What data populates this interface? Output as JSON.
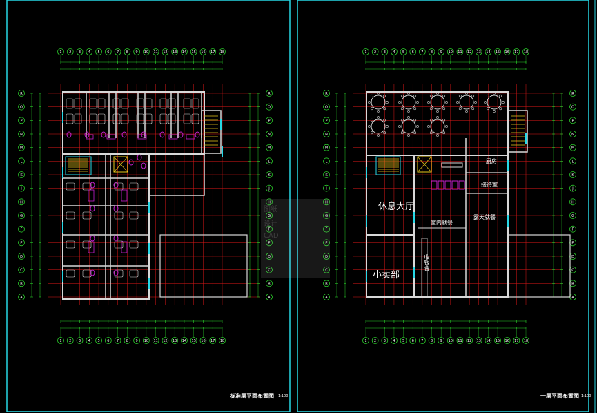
{
  "colors": {
    "background": "#000000",
    "sheet_border": "#27d8e6",
    "grid_bubble": "#2bd12b",
    "grid_line": "#e01818",
    "wall": "#d8d8d8",
    "dimension": "#2bd12b",
    "fixture": "#c81fd0",
    "window": "#27d8e6",
    "stair": "#e8c81a",
    "text": "#ffffff"
  },
  "plan_left": {
    "title": "标准层平面布置图",
    "scale": "1:100",
    "col_axes": [
      "1",
      "2",
      "3",
      "4",
      "5",
      "6",
      "7",
      "8",
      "9",
      "10",
      "11",
      "12",
      "13",
      "14",
      "15",
      "16",
      "17",
      "18"
    ],
    "row_axes": [
      "A",
      "B",
      "C",
      "D",
      "E",
      "F",
      "G",
      "H",
      "J",
      "K",
      "L",
      "M",
      "N",
      "P",
      "Q",
      "R"
    ]
  },
  "plan_right": {
    "title": "一层平面布置图",
    "scale": "1:100",
    "col_axes": [
      "1",
      "2",
      "3",
      "4",
      "5",
      "6",
      "7",
      "8",
      "9",
      "10",
      "11",
      "12",
      "13",
      "14",
      "15",
      "16",
      "17",
      "18"
    ],
    "row_axes": [
      "A",
      "B",
      "C",
      "D",
      "E",
      "F",
      "G",
      "H",
      "J",
      "K",
      "L",
      "M",
      "N",
      "P",
      "Q",
      "R"
    ],
    "rooms": {
      "lounge": "休息大厅",
      "shop": "小卖部",
      "indoor_dining": "室内就餐",
      "outdoor_dining": "露天就餐",
      "kitchen": "厨房",
      "reception": "接待室",
      "counter": "收银台"
    }
  },
  "watermark": [
    "图纸",
    "设计",
    "CAD"
  ]
}
